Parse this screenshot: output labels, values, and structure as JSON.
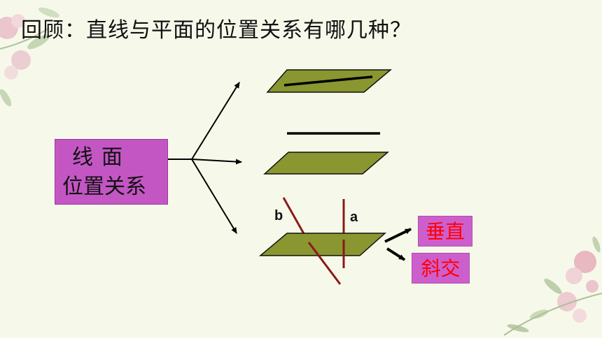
{
  "title": "回顾：直线与平面的位置关系有哪几种？",
  "main_box": {
    "line1": "线面",
    "line2": "位置关系"
  },
  "labels": {
    "line_b": "b",
    "line_a": "a"
  },
  "sub_cases": {
    "perpendicular": "垂直",
    "oblique": "斜交"
  },
  "colors": {
    "background": "#f6f9e9",
    "plane_fill": "#8a9630",
    "box_fill": "#c456c4",
    "sub_text": "#ff0000",
    "intersect_line": "#8b1a1a"
  }
}
